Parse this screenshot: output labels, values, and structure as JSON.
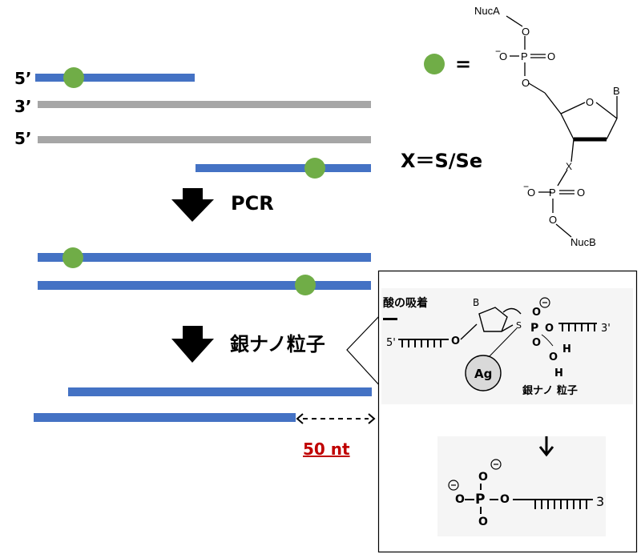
{
  "strand_labels": {
    "top_5prime": "5’",
    "template_3prime": "3’",
    "template_5prime": "5’"
  },
  "steps": {
    "pcr": "PCR",
    "silver": "銀ナノ粒子"
  },
  "fragment_length": "50 nt",
  "legend": {
    "equals": "=",
    "x_definition": "X＝S/Se"
  },
  "structure": {
    "nuc_a": "NucA",
    "nuc_b": "NucB",
    "o": "O",
    "p": "P",
    "o_minus": "O",
    "minus": "−",
    "base": "B",
    "x": "X"
  },
  "mechanism": {
    "acid_adsorption": "酸の吸着",
    "five_prime": "5'",
    "three_prime": "3'",
    "ag": "Ag",
    "silver_np": "銀ナノ 粒子",
    "o": "O",
    "h": "H",
    "p": "P",
    "s": "S",
    "b": "B",
    "product_three_prime": "3"
  },
  "colors": {
    "primer_blue": "#4472c4",
    "template_gray": "#a6a6a6",
    "modification_green": "#70ad47",
    "length_label_red": "#c00000"
  }
}
